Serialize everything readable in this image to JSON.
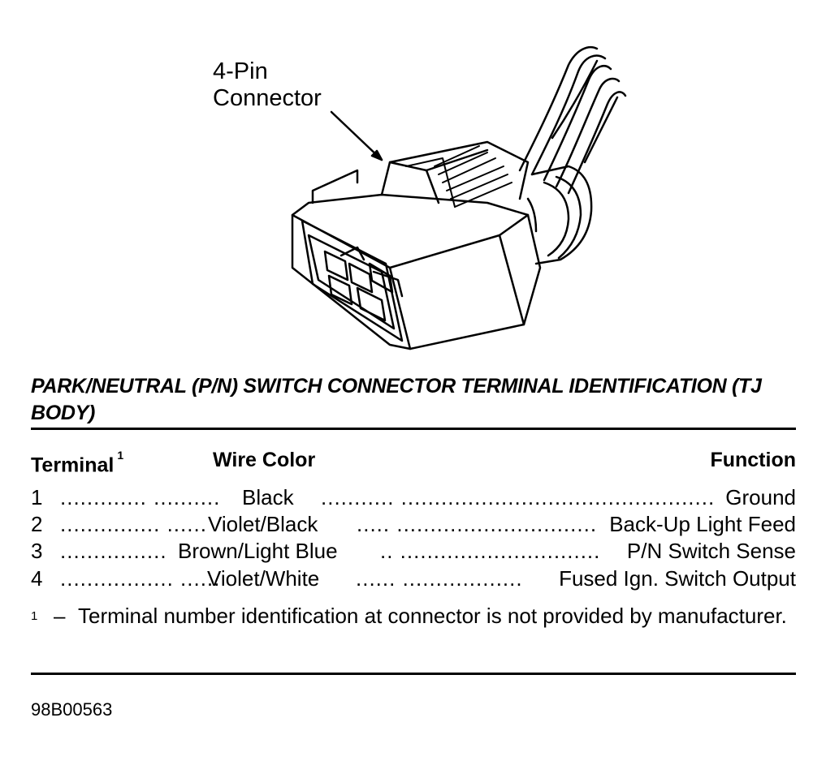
{
  "diagram": {
    "callout_line1": "4-Pin",
    "callout_line2": "Connector"
  },
  "table": {
    "title": "PARK/NEUTRAL (P/N) SWITCH CONNECTOR TERMINAL IDENTIFICATION (TJ BODY)",
    "headers": {
      "terminal": "Terminal",
      "terminal_footnote": "1",
      "wire_color": "Wire Color",
      "function": "Function"
    },
    "rows": [
      {
        "terminal": "1",
        "dots_left": "............. ..........",
        "wire_color": "Black",
        "dots_right": "........... ...............................................",
        "function": "Ground"
      },
      {
        "terminal": "2",
        "dots_left": "............... ......",
        "wire_color": "Violet/Black",
        "dots_right": "..... ..............................",
        "function": "Back-Up Light Feed"
      },
      {
        "terminal": "3",
        "dots_left": "................",
        "wire_color": "Brown/Light Blue",
        "dots_right": ".. ..............................",
        "function": "P/N Switch Sense"
      },
      {
        "terminal": "4",
        "dots_left": "................. ......",
        "wire_color": "Violet/White",
        "dots_right": "...... ..................",
        "function": "Fused Ign. Switch Output"
      }
    ],
    "footnote": {
      "mark": "1",
      "dash": "–",
      "text": "Terminal number identification at connector is not provided by manufacturer."
    }
  },
  "figure_code": "98B00563"
}
